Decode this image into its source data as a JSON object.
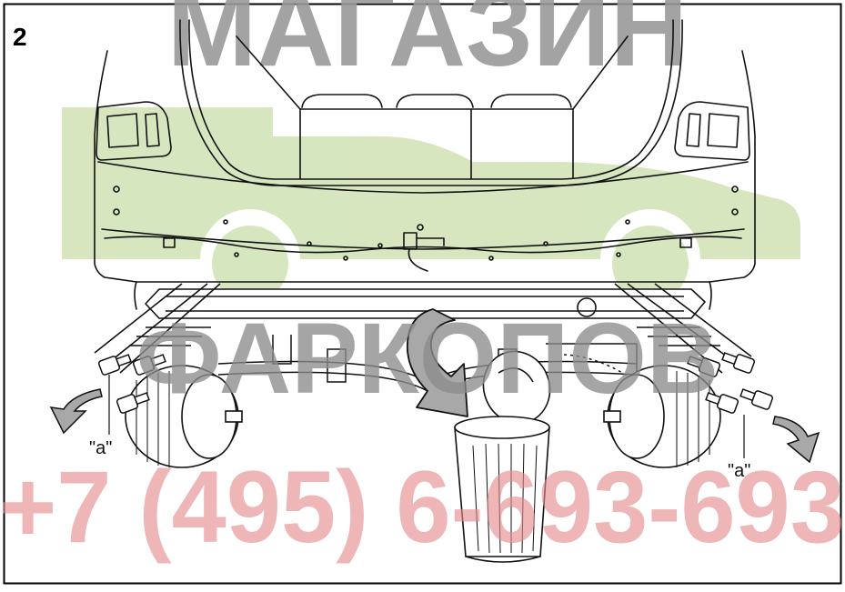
{
  "figure": {
    "step_number": "2",
    "callout_left": "\"a\"",
    "callout_right": "\"a\""
  },
  "watermark": {
    "line1": "МАГАЗИН",
    "line2": "ФАРКОПОВ",
    "phone": "+7 (495) 6-693-693",
    "colors": {
      "gray": "#8c8c8c",
      "green": "#c9deaa",
      "red": "#e58a8a"
    }
  },
  "colors": {
    "line": "#111111",
    "arrow_fill": "#a8a8a8",
    "frame": "#000000"
  }
}
